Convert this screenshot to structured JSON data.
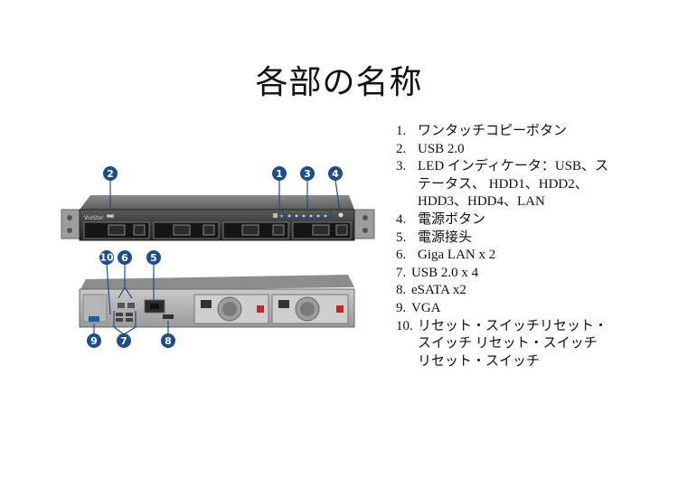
{
  "page": {
    "title": "各部の名称"
  },
  "device": {
    "brand": "VioStor",
    "callouts": [
      "1",
      "2",
      "3",
      "4",
      "5",
      "6",
      "7",
      "8",
      "9",
      "10"
    ]
  },
  "parts": [
    {
      "num": "1.",
      "lines": [
        "ワンタッチコピーボタン"
      ]
    },
    {
      "num": "2.",
      "lines": [
        "USB 2.0"
      ]
    },
    {
      "num": "3.",
      "lines": [
        "LED インディケータ：USB、ス",
        "テータス、 HDD1、HDD2、",
        "HDD3、HDD4、LAN"
      ]
    },
    {
      "num": "4.",
      "lines": [
        "電源ボタン"
      ]
    },
    {
      "num": "5.",
      "lines": [
        "電源接头"
      ]
    },
    {
      "num": "6.",
      "lines": [
        "Giga LAN x 2"
      ]
    },
    {
      "num": "7.",
      "lines": [
        "USB 2.0 x 4"
      ]
    },
    {
      "num": "8.",
      "lines": [
        "eSATA x2"
      ]
    },
    {
      "num": "9.",
      "lines": [
        "VGA"
      ]
    },
    {
      "num": "10.",
      "lines": [
        "リセット・スイッチリセット・",
        "スイッチ リセット・スイッチ",
        "リセット・スイッチ"
      ]
    }
  ]
}
